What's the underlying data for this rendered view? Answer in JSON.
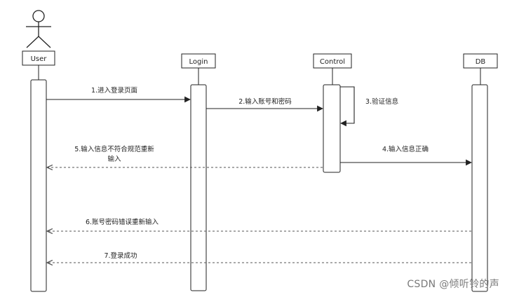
{
  "participants": {
    "user": "User",
    "login": "Login",
    "control": "Control",
    "db": "DB"
  },
  "messages": {
    "m1": "1.进入登录页面",
    "m2": "2.输入账号和密码",
    "m3": "3.验证信息",
    "m4": "4.输入信息正确",
    "m5_line1": "5.输入信息不符合规范重新",
    "m5_line2": "输入",
    "m6": "6.账号密码错误重新输入",
    "m7": "7.登录成功"
  },
  "colors": {
    "line": "#222222",
    "dashed": "#555555"
  },
  "watermark": "CSDN @倾听铃的声"
}
